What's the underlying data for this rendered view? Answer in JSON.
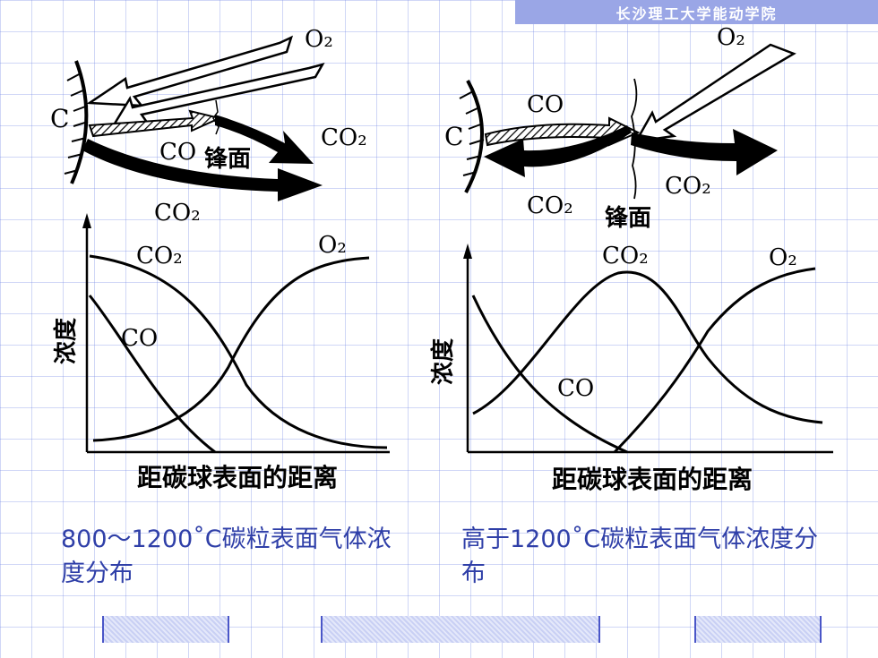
{
  "header": {
    "title": "长沙理工大学能动学院"
  },
  "left": {
    "top_labels": {
      "o2": "O₂",
      "c": "C",
      "co": "CO",
      "front": "锋面",
      "co2_right": "CO₂",
      "co2_bottom": "CO₂"
    },
    "graph_labels": {
      "co2": "CO₂",
      "o2": "O₂",
      "co": "CO",
      "ylabel": "浓度",
      "xlabel": "距碳球表面的距离"
    },
    "caption": "800～1200˚C碳粒表面气体浓度分布"
  },
  "right": {
    "top_labels": {
      "o2": "O₂",
      "co": "CO",
      "c": "C",
      "co2_right": "CO₂",
      "co2_bottom": "CO₂",
      "front": "锋面"
    },
    "graph_labels": {
      "co2": "CO₂",
      "o2": "O₂",
      "co": "CO",
      "ylabel": "浓度",
      "xlabel": "距碳球表面的距离"
    },
    "caption": "高于1200˚C碳粒表面气体浓度分布"
  }
}
